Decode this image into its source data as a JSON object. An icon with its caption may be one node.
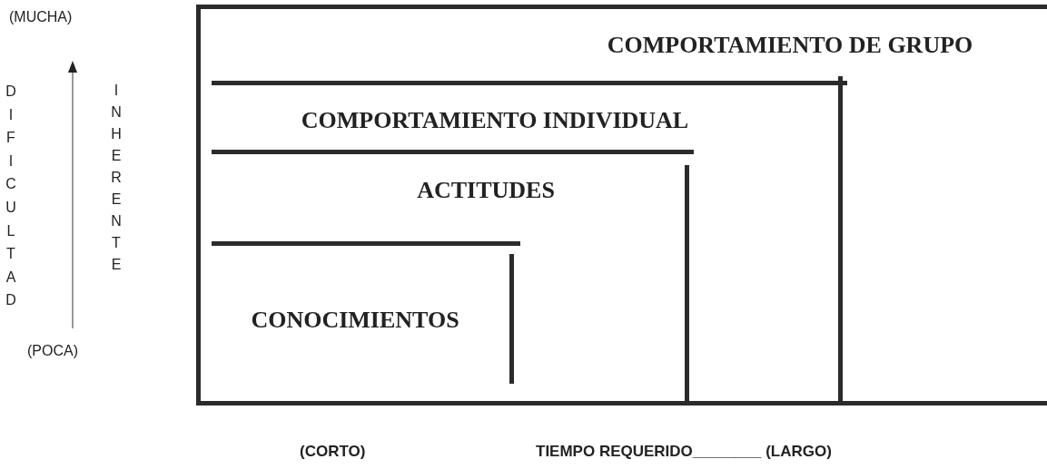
{
  "diagram": {
    "nodes": [
      {
        "text": [
          "COMPORTAMIENTO DE GRUPO"
        ]
      },
      {
        "text": [
          "COMPORTAMIENTO INDIVIDUAL"
        ],
        "in": 0
      },
      {
        "text": [
          "ACTITUDES"
        ],
        "in": 1
      },
      {
        "text": [
          "CONOCIMIENTOS"
        ],
        "in": 2
      }
    ],
    "labels": [
      "(MUCHA)",
      "DIFICULTAD",
      "INHERENTE",
      "(POCA)",
      "(CORTO)",
      "TIEMPO REQUERIDO________ (LARGO)"
    ]
  }
}
